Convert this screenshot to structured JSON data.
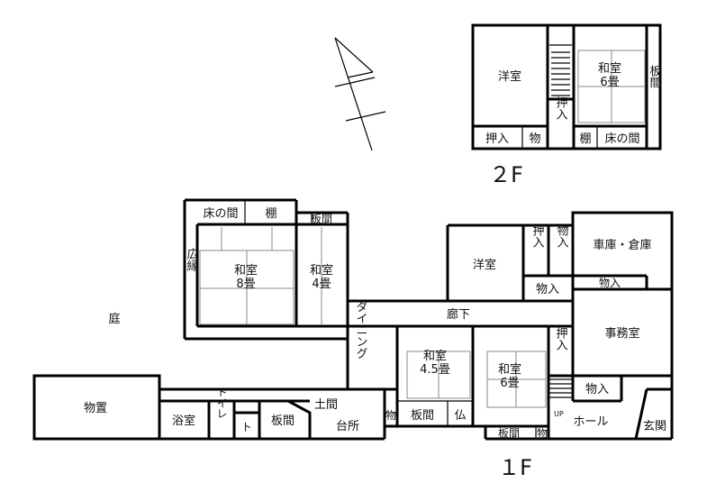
{
  "diagram": {
    "floor_labels": {
      "second": "２F",
      "first": "１F"
    },
    "second_floor": {
      "western_room": "洋室",
      "japanese_room": "和室",
      "japanese_room_size": "6畳",
      "board_floor": "板間",
      "closet": "押入",
      "storage": "物",
      "closet_small": "押入",
      "shelf": "棚",
      "alcove": "床の間"
    },
    "first_floor": {
      "garden": "庭",
      "alcove": "床の間",
      "shelf": "棚",
      "board_floor_top": "板間",
      "veranda": "広縁",
      "japanese_8": "和室",
      "japanese_8_size": "8畳",
      "japanese_4": "和室",
      "japanese_4_size": "4畳",
      "western_room": "洋室",
      "closet_a": "押入",
      "storage_a": "物入",
      "storage_b": "物入",
      "garage": "車庫・倉庫",
      "storage_c": "物入",
      "corridor": "廊下",
      "office": "事務室",
      "dining": "ダイニング",
      "japanese_45": "和室",
      "japanese_45_size": "4.5畳",
      "japanese_6": "和室",
      "japanese_6_size": "6畳",
      "closet_b": "押入",
      "storage_d": "物入",
      "storeroom": "物置",
      "bath": "浴室",
      "toilet": "トイレ",
      "toilet_small": "ト",
      "board_floor_kitchen": "板間",
      "earthen_floor": "土間",
      "kitchen": "台所",
      "storage_e": "物",
      "board_floor_mid": "板間",
      "altar": "仏",
      "board_floor_bottom": "板間",
      "storage_f": "物",
      "up_mark": "UP",
      "hall": "ホール",
      "entrance": "玄関"
    }
  }
}
